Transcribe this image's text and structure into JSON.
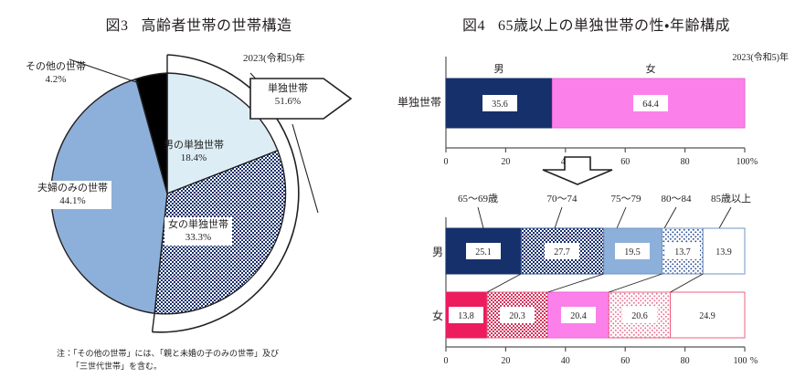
{
  "figure3": {
    "title_num": "図3",
    "title_text": "高齢者世帯の世帯構造",
    "year_label": "2023(令和5)年",
    "callout": {
      "label": "単独世帯",
      "value": "51.6%"
    },
    "labels": {
      "other": {
        "name": "その他の世帯",
        "value": "4.2%"
      },
      "couple": {
        "name": "夫婦のみの世帯",
        "value": "44.1%"
      },
      "male_single": {
        "name": "男の単独世帯",
        "value": "18.4%"
      },
      "female_single": {
        "name": "女の単独世帯",
        "value": "33.3%"
      }
    },
    "footnote_line1": "注：「その他の世帯」には、「親と未婚の子のみの世帯」及び",
    "footnote_line2": "「三世代世帯」を含む。"
  },
  "figure4": {
    "title_num": "図4",
    "title_text": "65歳以上の単独世帯の性・年齢構成",
    "year_label": "2023(令和5)年",
    "top_chart": {
      "row_label": "単独世帯",
      "headers": [
        "男",
        "女"
      ],
      "axis_ticks": [
        "0",
        "20",
        "40",
        "60",
        "80",
        "100"
      ],
      "axis_unit": "%"
    },
    "bottom_chart": {
      "age_labels": [
        "65～69歳",
        "70～74",
        "75～79",
        "80～84",
        "85歳以上"
      ],
      "row_labels": [
        "男",
        "女"
      ],
      "axis_ticks": [
        "0",
        "20",
        "40",
        "60",
        "80",
        "100"
      ],
      "axis_unit": "%"
    }
  },
  "colors": {
    "navy": "#16306b",
    "steel_blue": "#8cb0d9",
    "pale_blue": "#dcedf5",
    "black": "#000000",
    "magenta": "#ec1c5e",
    "pink": "#fc80ea",
    "pink_light": "#f7a8c4",
    "white": "#ffffff",
    "line": "#231f20"
  },
  "chart_data": [
    {
      "type": "pie",
      "title": "図3　高齢者世帯の世帯構造",
      "subtitle": "2023(令和5)年",
      "legend_position": "inline-labels",
      "labels": [
        "男の単独世帯",
        "女の単独世帯",
        "夫婦のみの世帯",
        "その他の世帯"
      ],
      "values": [
        18.4,
        33.3,
        44.1,
        4.2
      ],
      "unit": "%",
      "groups": [
        {
          "name": "単独世帯",
          "value": 51.6,
          "members": [
            "男の単独世帯",
            "女の単独世帯"
          ]
        }
      ],
      "annotations": [
        "注：「その他の世帯」には、「親と未婚の子のみの世帯」及び「三世代世帯」を含む。"
      ]
    },
    {
      "type": "bar",
      "orientation": "horizontal",
      "stacked": true,
      "title": "図4　65歳以上の単独世帯の性・年齢構成 (性別構成)",
      "subtitle": "2023(令和5)年",
      "categories": [
        "単独世帯"
      ],
      "series": [
        {
          "name": "男",
          "values": [
            35.6
          ]
        },
        {
          "name": "女",
          "values": [
            64.4
          ]
        }
      ],
      "xlabel": "%",
      "xlim": [
        0,
        100
      ],
      "xticks": [
        0,
        20,
        40,
        60,
        80,
        100
      ],
      "grid": false
    },
    {
      "type": "bar",
      "orientation": "horizontal",
      "stacked": true,
      "title": "図4　65歳以上の単独世帯の性・年齢構成 (年齢階級別構成)",
      "categories": [
        "男",
        "女"
      ],
      "series": [
        {
          "name": "65～69歳",
          "values": [
            25.1,
            13.8
          ]
        },
        {
          "name": "70～74",
          "values": [
            27.7,
            20.3
          ]
        },
        {
          "name": "75～79",
          "values": [
            19.5,
            20.4
          ]
        },
        {
          "name": "80～84",
          "values": [
            13.7,
            20.6
          ]
        },
        {
          "name": "85歳以上",
          "values": [
            13.9,
            24.9
          ]
        }
      ],
      "xlabel": "%",
      "xlim": [
        0,
        100
      ],
      "xticks": [
        0,
        20,
        40,
        60,
        80,
        100
      ],
      "grid": false
    }
  ]
}
